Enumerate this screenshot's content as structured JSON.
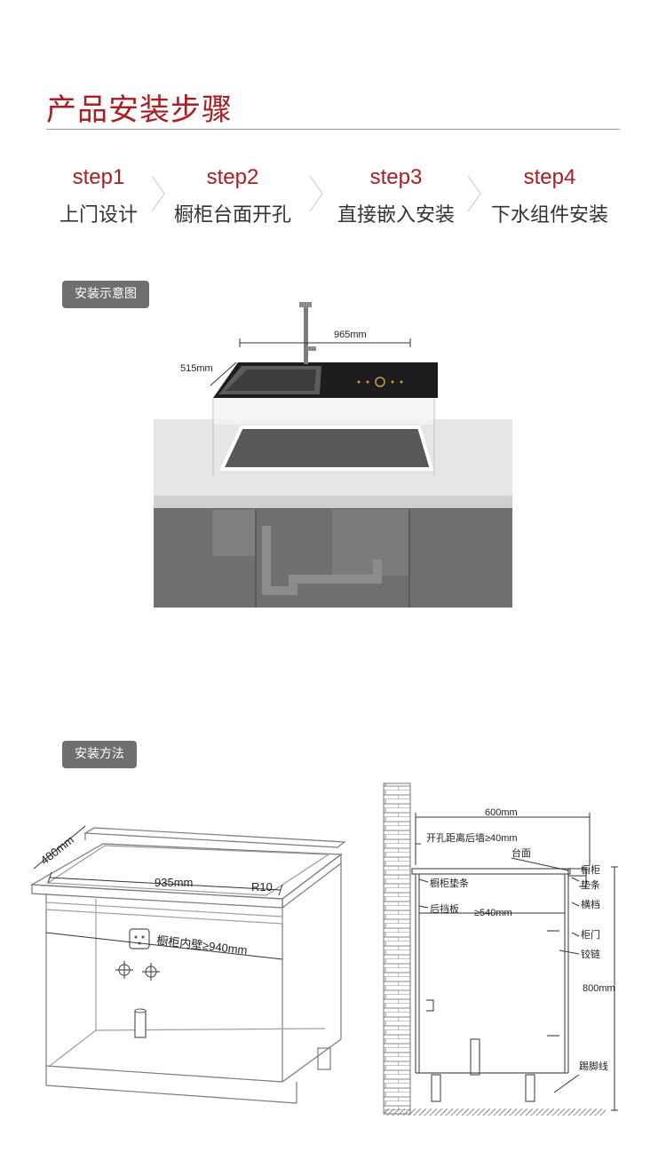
{
  "page": {
    "title": "产品安装步骤",
    "steps": [
      {
        "num": "step1",
        "label": "上门设计"
      },
      {
        "num": "step2",
        "label": "橱柜台面开孔"
      },
      {
        "num": "step3",
        "label": "直接嵌入安装"
      },
      {
        "num": "step4",
        "label": "下水组件安装"
      }
    ],
    "colors": {
      "accent": "#a81e22",
      "badge": "#6f6f6f"
    }
  },
  "diagram1": {
    "badge": "安装示意图",
    "width_label": "965mm",
    "depth_label": "515mm"
  },
  "diagram2": {
    "badge": "安装方法",
    "depth": "480mm",
    "width": "935mm",
    "radius": "R10",
    "inner_wall": "橱柜内壁≥940mm"
  },
  "diagram3": {
    "w600": "600mm",
    "hole_dist": "开孔距离后墙≥40mm",
    "countertop": "台面",
    "cab_pad": "橱柜垫条",
    "back_panel": "后挡板",
    "inner_540": "≥540mm",
    "cab_r1": "橱柜",
    "cab_r2": "垫条",
    "crossbar": "横档",
    "door": "柜门",
    "hinge": "铰链",
    "h800": "800mm",
    "kick": "踢脚线"
  }
}
